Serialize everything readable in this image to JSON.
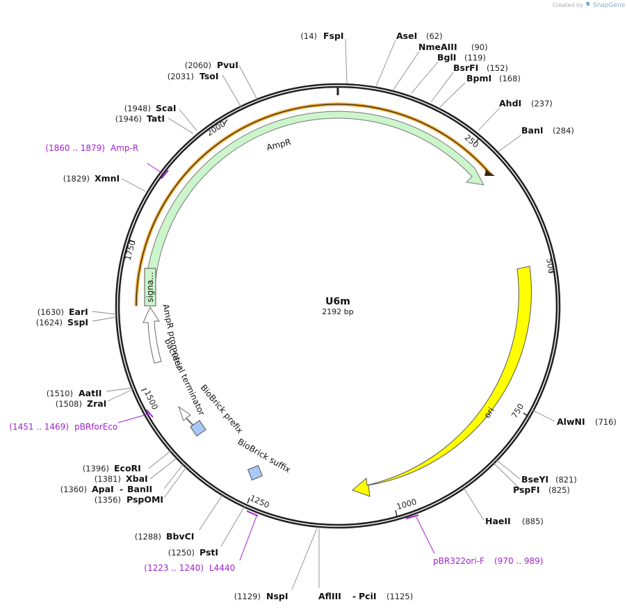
{
  "header": {
    "credit_prefix": "Created by",
    "credit_brand": "SnapGene"
  },
  "plasmid": {
    "name": "U6m",
    "size_label": "2192 bp",
    "length": 2192
  },
  "colors": {
    "backbone": "#222222",
    "ampr_fill": "#ccf5cc",
    "ampr_promoter_fill": "#ffffff",
    "ori_fill": "#ffff00",
    "orange_outline": "#f0b040",
    "primer": "#a020d0",
    "biobrick": "#a8c8f8"
  },
  "ticks": [
    {
      "pos": 250,
      "label": "250"
    },
    {
      "pos": 500,
      "label": "500"
    },
    {
      "pos": 750,
      "label": "750"
    },
    {
      "pos": 1000,
      "label": "1000"
    },
    {
      "pos": 1250,
      "label": "1250"
    },
    {
      "pos": 1500,
      "label": "1500"
    },
    {
      "pos": 1750,
      "label": "1750"
    },
    {
      "pos": 2000,
      "label": "2000"
    }
  ],
  "enzymes": [
    {
      "name": "FspI",
      "pos": "(14)"
    },
    {
      "name": "AseI",
      "pos": "(62)"
    },
    {
      "name": "NmeAIII",
      "pos": "(90)"
    },
    {
      "name": "BglI",
      "pos": "(119)"
    },
    {
      "name": "BsrFI",
      "pos": "(152)"
    },
    {
      "name": "BpmI",
      "pos": "(168)"
    },
    {
      "name": "AhdI",
      "pos": "(237)"
    },
    {
      "name": "BanI",
      "pos": "(284)"
    },
    {
      "name": "AlwNI",
      "pos": "(716)"
    },
    {
      "name": "BseYI",
      "pos": "(821)"
    },
    {
      "name": "PspFI",
      "pos": "(825)"
    },
    {
      "name": "HaeII",
      "pos": "(885)"
    },
    {
      "name": "PciI",
      "pos": "(1125)"
    },
    {
      "name": "AflIII",
      "pos": ""
    },
    {
      "name": "NspI",
      "pos": "(1129)"
    },
    {
      "name": "PstI",
      "pos": "(1250)"
    },
    {
      "name": "BbvCI",
      "pos": "(1288)"
    },
    {
      "name": "PspOMI",
      "pos": "(1356)"
    },
    {
      "name": "ApaI",
      "pos": "(1360)"
    },
    {
      "name": "BanII",
      "pos": ""
    },
    {
      "name": "XbaI",
      "pos": "(1381)"
    },
    {
      "name": "EcoRI",
      "pos": "(1396)"
    },
    {
      "name": "ZraI",
      "pos": "(1508)"
    },
    {
      "name": "AatII",
      "pos": "(1510)"
    },
    {
      "name": "SspI",
      "pos": "(1624)"
    },
    {
      "name": "EarI",
      "pos": "(1630)"
    },
    {
      "name": "XmnI",
      "pos": "(1829)"
    },
    {
      "name": "TatI",
      "pos": "(1946)"
    },
    {
      "name": "ScaI",
      "pos": "(1948)"
    },
    {
      "name": "TsoI",
      "pos": "(2031)"
    },
    {
      "name": "PvuI",
      "pos": "(2060)"
    }
  ],
  "enzyme_separator": "-",
  "primers": [
    {
      "name": "Amp-R",
      "range": "(1860 .. 1879)"
    },
    {
      "name": "pBRforEco",
      "range": "(1451 .. 1469)"
    },
    {
      "name": "L4440",
      "range": "(1223 .. 1240)"
    },
    {
      "name": "pBR322ori-F",
      "range": "(970 .. 989)"
    }
  ],
  "features": [
    {
      "name": "AmpR"
    },
    {
      "name": "ori"
    },
    {
      "name": "signa..."
    },
    {
      "name": "AmpR promoter"
    },
    {
      "name": "bacterial terminator"
    },
    {
      "name": "BioBrick prefix"
    },
    {
      "name": "BioBrick suffix"
    }
  ]
}
